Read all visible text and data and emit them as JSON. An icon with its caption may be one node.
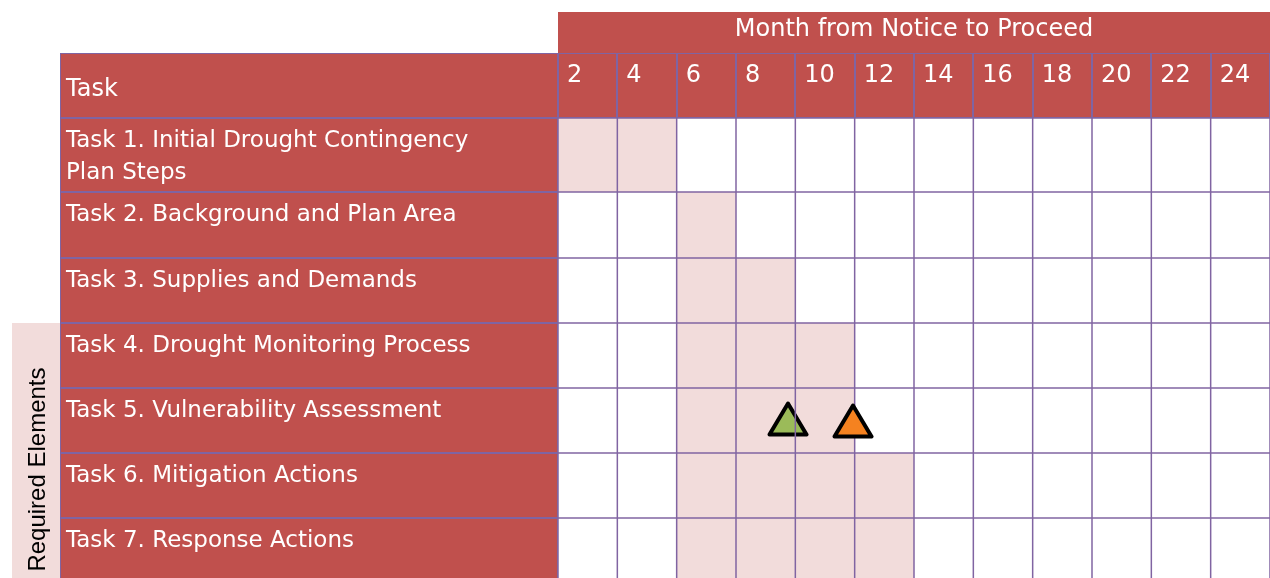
{
  "diagram": {
    "nodes": [
      {
        "text": [
          "Month from Notice to Proceed"
        ]
      },
      {
        "text": [
          "Task"
        ]
      },
      {
        "text": [
          "2"
        ]
      },
      {
        "text": [
          "4"
        ]
      },
      {
        "text": [
          "6"
        ]
      },
      {
        "text": [
          "8"
        ]
      },
      {
        "text": [
          "10"
        ]
      },
      {
        "text": [
          "12"
        ]
      },
      {
        "text": [
          "14"
        ]
      },
      {
        "text": [
          "16"
        ]
      },
      {
        "text": [
          "18"
        ]
      },
      {
        "text": [
          "20"
        ]
      },
      {
        "text": [
          "22"
        ]
      },
      {
        "text": [
          "24"
        ]
      },
      {
        "text": [
          "Task 1. Initial Drought Contingency Plan Steps"
        ]
      },
      {
        "text": [
          "Task 2. Background and Plan Area"
        ]
      },
      {
        "text": [
          "Task 3. Supplies and Demands"
        ]
      },
      {
        "text": [
          "Task 4. Drought Monitoring Process"
        ]
      },
      {
        "text": [
          "Task 5. Vulnerability Assessment"
        ]
      },
      {
        "text": [
          "Task 6. Mitigation Actions"
        ]
      },
      {
        "text": [
          "Task 7. Response Actions"
        ]
      },
      {
        "text": [
          "Required Elements"
        ]
      },
      {
        "text": [],
        "shape": "bar"
      },
      {
        "text": [],
        "shape": "bar"
      },
      {
        "text": [],
        "shape": "bar"
      },
      {
        "text": [],
        "shape": "bar"
      },
      {
        "text": [],
        "shape": "bar"
      },
      {
        "text": [],
        "shape": "bar"
      },
      {
        "text": [],
        "shape": "bar"
      },
      {
        "text": [],
        "shape": "triangle",
        "in": 26
      },
      {
        "text": [],
        "shape": "triangle"
      }
    ],
    "edges": []
  }
}
